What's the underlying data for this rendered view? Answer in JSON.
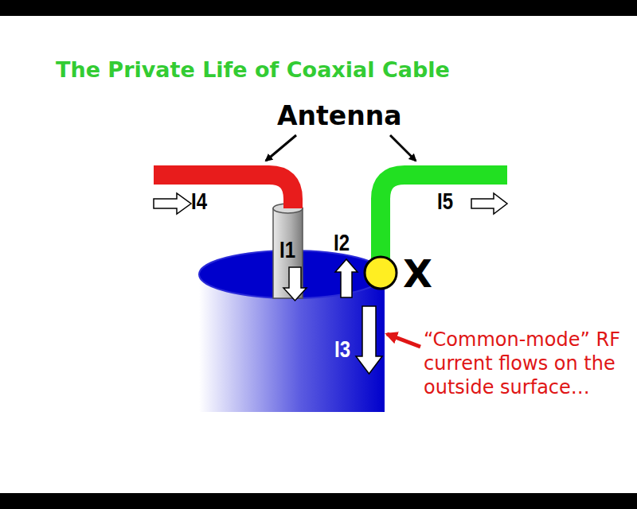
{
  "diagram": {
    "title": "The Private Life of Coaxial Cable",
    "labels": [
      "Antenna",
      "I4",
      "I5",
      "I1",
      "I2",
      "X",
      "I3",
      "“Common-mode” RF current flows on the outside surface…"
    ]
  }
}
